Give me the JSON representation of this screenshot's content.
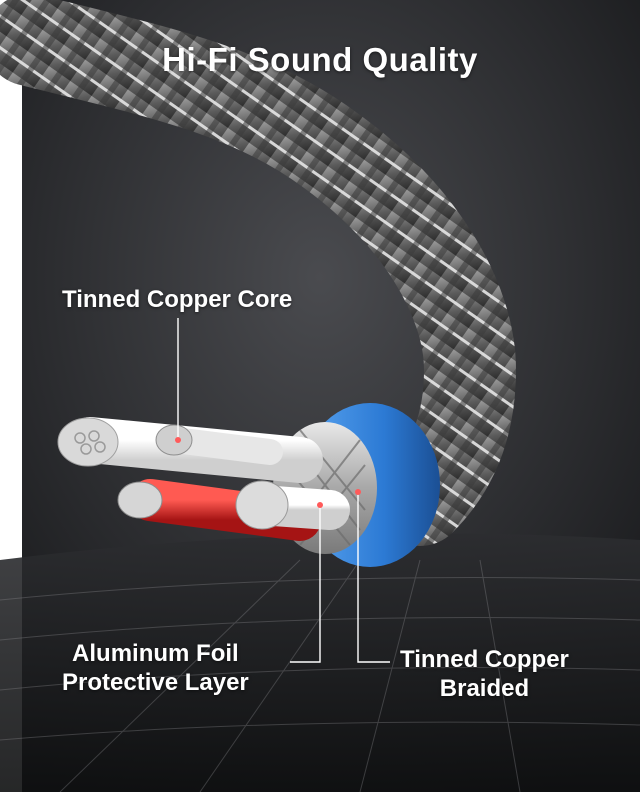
{
  "title": "Hi-Fi Sound Quality",
  "callouts": {
    "core": "Tinned Copper Core",
    "foil_line1": "Aluminum Foil",
    "foil_line2": "Protective Layer",
    "braid_line1": "Tinned Copper",
    "braid_line2": "Braided"
  },
  "colors": {
    "background_dark": "#1b1c1f",
    "jacket_blue": "#2f7fd6",
    "insulation_red": "#d8292b",
    "insulation_white": "#f2f2f2",
    "braid_silver": "#c9c9c9",
    "text": "#ffffff"
  }
}
